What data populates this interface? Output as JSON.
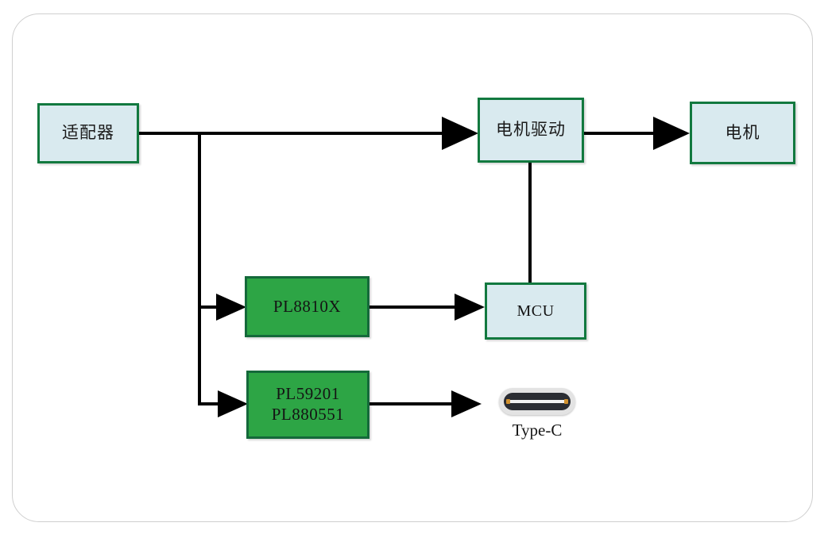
{
  "diagram": {
    "title_present": false,
    "colors": {
      "block_blue_fill": "#d9eaef",
      "block_blue_border": "#12793f",
      "block_green_fill": "#2da545",
      "block_green_border": "#14693a",
      "connector": "#000000",
      "frame_border": "#cfcfcf",
      "typec_shell": "#2b2d33",
      "typec_pin": "#d2922f"
    },
    "blocks": {
      "adapter": {
        "label": "适配器"
      },
      "motor_driver": {
        "label": "电机驱动"
      },
      "motor": {
        "label": "电机"
      },
      "pl8810x": {
        "label": "PL8810X"
      },
      "pl59201": {
        "label": "PL59201"
      },
      "pl880551": {
        "label": "PL880551"
      },
      "mcu": {
        "label": "MCU"
      },
      "typec": {
        "label": "Type-C",
        "icon": "usb-type-c-connector-icon"
      }
    },
    "connections": [
      {
        "from": "adapter",
        "to": "motor_driver",
        "arrow": true
      },
      {
        "from": "adapter",
        "to": "pl8810x",
        "arrow": true
      },
      {
        "from": "adapter",
        "to": "pl59201",
        "arrow": true
      },
      {
        "from": "motor_driver",
        "to": "motor",
        "arrow": true
      },
      {
        "from": "motor_driver",
        "to": "mcu",
        "arrow": false
      },
      {
        "from": "pl8810x",
        "to": "mcu",
        "arrow": true
      },
      {
        "from": "pl59201",
        "to": "typec",
        "arrow": true
      }
    ]
  }
}
